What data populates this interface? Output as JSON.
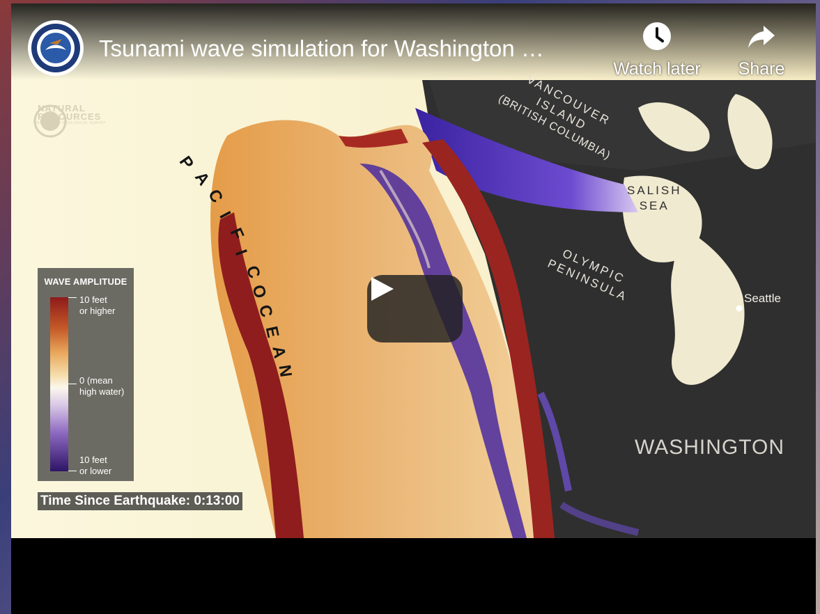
{
  "video": {
    "title": "Tsunami wave simulation for Washington …",
    "actions": {
      "watch_later": "Watch later",
      "share": "Share"
    }
  },
  "overlay": {
    "watermark": {
      "line1": "NATURAL",
      "line2": "RESOURCES",
      "sub": "WASHINGTON GEOLOGICAL SURVEY"
    },
    "legend": {
      "title": "WAVE AMPLITUDE",
      "top_label_1": "10 feet",
      "top_label_2": "or higher",
      "mid_label_1": "0 (mean",
      "mid_label_2": "high water)",
      "bottom_label_1": "10 feet",
      "bottom_label_2": "or lower"
    },
    "time_text": "Time Since Earthquake: 0:13:00"
  },
  "map_labels": {
    "vancouver_1": "VANCOUVER",
    "vancouver_2": "ISLAND",
    "vancouver_3": "(BRITISH COLUMBIA)",
    "salish_1": "SALISH",
    "salish_2": "SEA",
    "olympic_1": "OLYMPIC",
    "olympic_2": "PENINSULA",
    "seattle": "Seattle",
    "washington": "WASHINGTON",
    "pacific_ocean": [
      "P",
      "A",
      "C",
      "I",
      "F",
      "I",
      "C",
      "O",
      "C",
      "E",
      "A",
      "N"
    ]
  },
  "colors": {
    "land": "#2f2f2f",
    "ocean_calm": "#fbf6dc",
    "wave_high": "#8f1d1d",
    "wave_mid": "#e8a85a",
    "wave_low": "#3b1d8a"
  }
}
